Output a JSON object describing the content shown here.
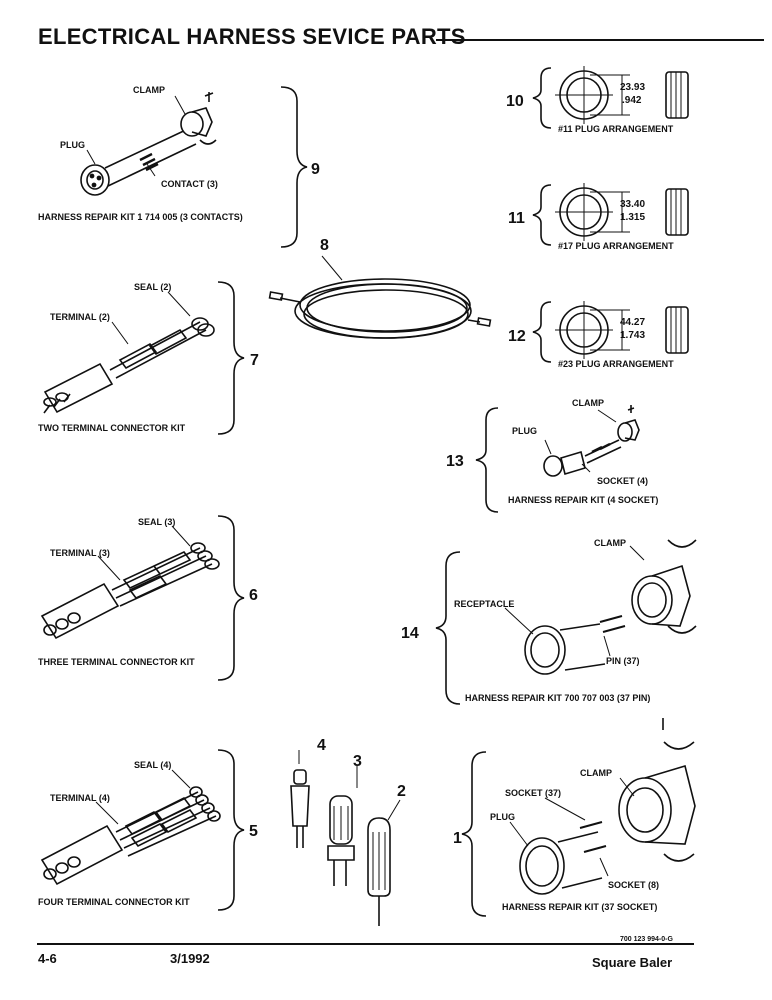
{
  "page": {
    "title": "ELECTRICAL HARNESS SEVICE PARTS",
    "footer_code": "700 123 994-0-G",
    "page_number": "4-6",
    "date": "3/1992",
    "product": "Square Baler"
  },
  "items": {
    "i1": {
      "num": "1",
      "caption": "HARNESS REPAIR KIT (37 SOCKET)",
      "labels": [
        "SOCKET (37)",
        "PLUG",
        "CLAMP",
        "SOCKET (8)"
      ]
    },
    "i2": {
      "num": "2"
    },
    "i3": {
      "num": "3"
    },
    "i4": {
      "num": "4"
    },
    "i5": {
      "num": "5",
      "caption": "FOUR TERMINAL CONNECTOR KIT",
      "labels": [
        "SEAL (4)",
        "TERMINAL (4)"
      ]
    },
    "i6": {
      "num": "6",
      "caption": "THREE TERMINAL CONNECTOR KIT",
      "labels": [
        "SEAL (3)",
        "TERMINAL (3)"
      ]
    },
    "i7": {
      "num": "7",
      "caption": "TWO TERMINAL CONNECTOR KIT",
      "labels": [
        "SEAL (2)",
        "TERMINAL (2)"
      ]
    },
    "i8": {
      "num": "8"
    },
    "i9": {
      "num": "9",
      "caption": "HARNESS REPAIR KIT 1 714 005 (3 CONTACTS)",
      "labels": [
        "CLAMP",
        "PLUG",
        "CONTACT (3)"
      ]
    },
    "i10": {
      "num": "10",
      "caption": "#11 PLUG ARRANGEMENT",
      "dims": [
        "23.93",
        ".942"
      ]
    },
    "i11": {
      "num": "11",
      "caption": "#17 PLUG ARRANGEMENT",
      "dims": [
        "33.40",
        "1.315"
      ]
    },
    "i12": {
      "num": "12",
      "caption": "#23 PLUG ARRANGEMENT",
      "dims": [
        "44.27",
        "1.743"
      ]
    },
    "i13": {
      "num": "13",
      "caption": "HARNESS REPAIR KIT (4 SOCKET)",
      "labels": [
        "CLAMP",
        "PLUG",
        "SOCKET (4)"
      ]
    },
    "i14": {
      "num": "14",
      "caption": "HARNESS REPAIR KIT 700 707 003 (37 PIN)",
      "labels": [
        "CLAMP",
        "RECEPTACLE",
        "PIN (37)"
      ]
    }
  }
}
